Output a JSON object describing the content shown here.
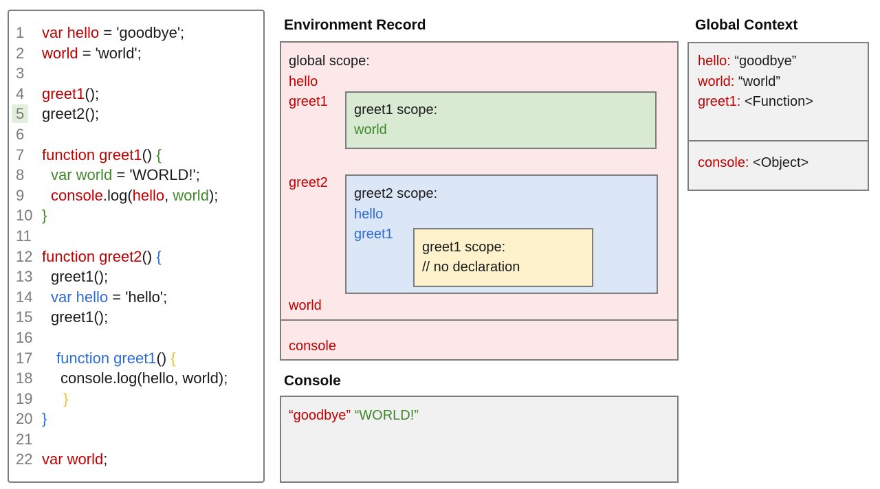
{
  "colors": {
    "keyword_red": "#c00000",
    "scope_green": "#41872c",
    "scope_blue": "#2e6bd0",
    "scope_yellow": "#f1c232",
    "pink_bg": "#fce8e8",
    "green_bg": "#d9ead3",
    "blue_bg": "#dbe6f7",
    "yellow_bg": "#fdf2cc",
    "gray_bg": "#f1f1f1",
    "line_highlight": "#e3efdb"
  },
  "code": {
    "lines": [
      {
        "n": "1",
        "ind": 0,
        "tokens": [
          {
            "t": "var hello",
            "c": "r"
          },
          {
            "t": " = 'goodbye';",
            "c": "k"
          }
        ]
      },
      {
        "n": "2",
        "ind": 0,
        "tokens": [
          {
            "t": "world",
            "c": "r"
          },
          {
            "t": " = 'world';",
            "c": "k"
          }
        ]
      },
      {
        "n": "3",
        "ind": 0,
        "tokens": []
      },
      {
        "n": "4",
        "ind": 0,
        "tokens": [
          {
            "t": "greet1",
            "c": "r"
          },
          {
            "t": "();",
            "c": "k"
          }
        ]
      },
      {
        "n": "5",
        "ind": 0,
        "hl": true,
        "tokens": [
          {
            "t": "greet2();",
            "c": "k"
          }
        ]
      },
      {
        "n": "6",
        "ind": 0,
        "tokens": []
      },
      {
        "n": "7",
        "ind": 0,
        "tokens": [
          {
            "t": "function greet1",
            "c": "r"
          },
          {
            "t": "() ",
            "c": "k"
          },
          {
            "t": "{",
            "c": "g"
          }
        ]
      },
      {
        "n": "8",
        "ind": 1,
        "tokens": [
          {
            "t": "var world",
            "c": "g"
          },
          {
            "t": " = 'WORLD!';",
            "c": "k"
          }
        ]
      },
      {
        "n": "9",
        "ind": 1,
        "tokens": [
          {
            "t": "console",
            "c": "r"
          },
          {
            "t": ".log(",
            "c": "k"
          },
          {
            "t": "hello",
            "c": "r"
          },
          {
            "t": ", ",
            "c": "k"
          },
          {
            "t": "world",
            "c": "g"
          },
          {
            "t": ");",
            "c": "k"
          }
        ]
      },
      {
        "n": "10",
        "ind": 0,
        "tokens": [
          {
            "t": "}",
            "c": "g"
          }
        ]
      },
      {
        "n": "11",
        "ind": 0,
        "tokens": []
      },
      {
        "n": "12",
        "ind": 0,
        "tokens": [
          {
            "t": "function greet2",
            "c": "r"
          },
          {
            "t": "() ",
            "c": "k"
          },
          {
            "t": "{",
            "c": "b"
          }
        ]
      },
      {
        "n": "13",
        "ind": 1,
        "tokens": [
          {
            "t": "greet1();",
            "c": "k"
          }
        ]
      },
      {
        "n": "14",
        "ind": 1,
        "tokens": [
          {
            "t": "var hello",
            "c": "b"
          },
          {
            "t": " = 'hello';",
            "c": "k"
          }
        ]
      },
      {
        "n": "15",
        "ind": 1,
        "tokens": [
          {
            "t": "greet1();",
            "c": "k"
          }
        ]
      },
      {
        "n": "16",
        "ind": 0,
        "tokens": []
      },
      {
        "n": "17",
        "ind": 2,
        "tokens": [
          {
            "t": "function greet1",
            "c": "b"
          },
          {
            "t": "() ",
            "c": "k"
          },
          {
            "t": "{",
            "c": "y"
          }
        ]
      },
      {
        "n": "18",
        "ind": 3,
        "tokens": [
          {
            "t": "console.log(hello, world);",
            "c": "k"
          }
        ]
      },
      {
        "n": "19",
        "ind": 4,
        "tokens": [
          {
            "t": "}",
            "c": "y"
          }
        ]
      },
      {
        "n": "20",
        "ind": 0,
        "tokens": [
          {
            "t": "}",
            "c": "b"
          }
        ]
      },
      {
        "n": "21",
        "ind": 0,
        "tokens": []
      },
      {
        "n": "22",
        "ind": 0,
        "tokens": [
          {
            "t": "var world",
            "c": "r"
          },
          {
            "t": ";",
            "c": "k"
          }
        ]
      }
    ]
  },
  "environment_record": {
    "title": "Environment Record",
    "global_label": "global scope:",
    "globals": {
      "hello": "hello",
      "greet1": "greet1",
      "greet2": "greet2",
      "world": "world",
      "console": "console"
    },
    "greet1_scope": {
      "label": "greet1 scope:",
      "var1": "world"
    },
    "greet2_scope": {
      "label": "greet2 scope:",
      "var1": "hello",
      "var2": "greet1"
    },
    "inner_greet1_scope": {
      "label": "greet1 scope:",
      "comment": "// no declaration"
    }
  },
  "console_panel": {
    "title": "Console",
    "output": [
      {
        "t": "“goodbye”",
        "c": "r"
      },
      {
        "t": " ",
        "c": "k"
      },
      {
        "t": "“WORLD!”",
        "c": "g"
      }
    ]
  },
  "global_context": {
    "title": "Global Context",
    "box1": [
      {
        "name": "hello:",
        "value": " “goodbye”"
      },
      {
        "name": "world:",
        "value": " “world”"
      },
      {
        "name": "greet1:",
        "value": " <Function>"
      }
    ],
    "box2": [
      {
        "name": "console:",
        "value": " <Object>"
      }
    ]
  }
}
